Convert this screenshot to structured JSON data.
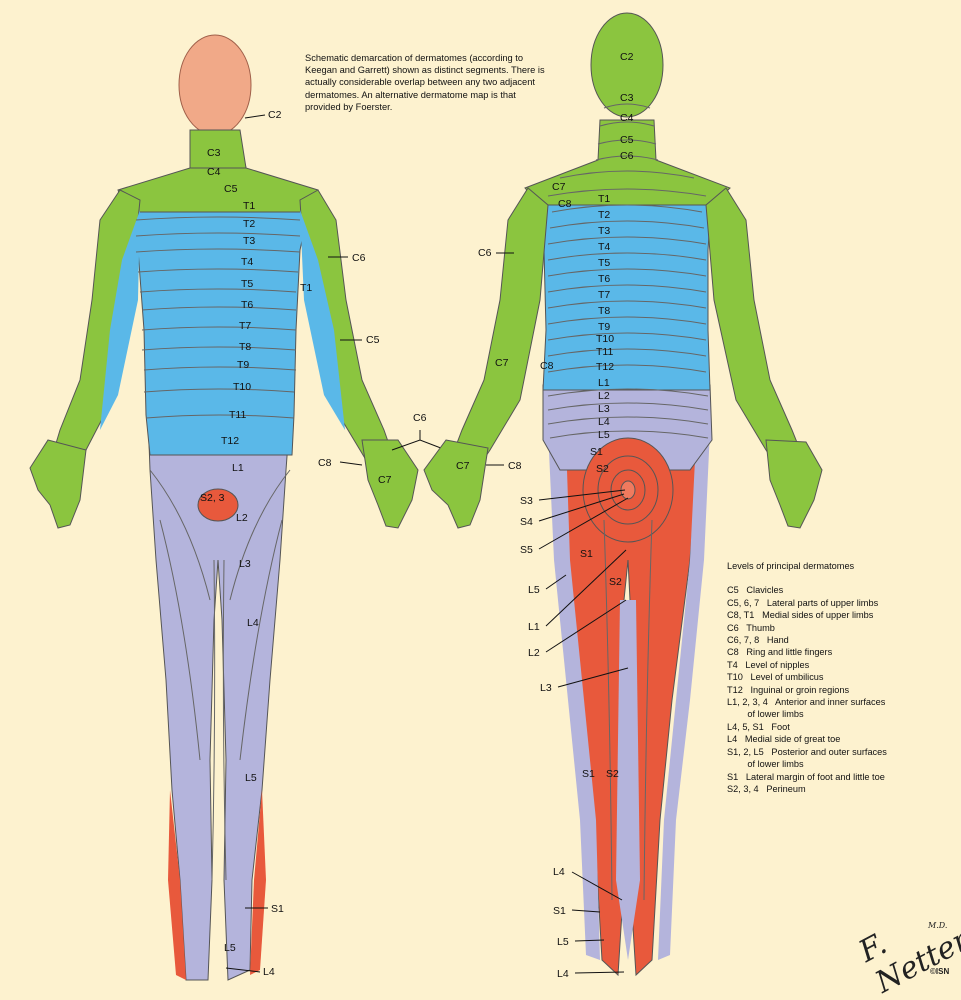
{
  "note": "Schematic demarcation of dermatomes (according to Keegan and Garrett) shown as distinct segments. There is actually considerable overlap between any two adjacent dermatomes. An alternative dermatome map is that provided by Foerster.",
  "legend": {
    "title": "Levels of principal dermatomes",
    "lines": [
      "C5   Clavicles",
      "C5, 6, 7   Lateral parts of upper limbs",
      "C8, T1   Medial sides of upper limbs",
      "C6   Thumb",
      "C6, 7, 8   Hand",
      "C8   Ring and little fingers",
      "T4   Level of nipples",
      "T10   Level of umbilicus",
      "T12   Inguinal or groin regions",
      "L1, 2, 3, 4   Anterior and inner surfaces",
      "        of lower limbs",
      "L4, 5, S1   Foot",
      "L4   Medial side of great toe",
      "S1, 2, L5   Posterior and outer surfaces",
      "        of lower limbs",
      "S1   Lateral margin of foot and little toe",
      "S2, 3, 4   Perineum"
    ]
  },
  "colors": {
    "background": "#fdf2cf",
    "cervical": "#8bc53f",
    "thoracic": "#5ab8e8",
    "lumbar": "#b4b4dc",
    "sacral": "#e8593c",
    "skin": "#f1a988"
  },
  "front_labels": {
    "c2": "C2",
    "c3": "C3",
    "c4": "C4",
    "c5": "C5",
    "t1": "T1",
    "t2": "T2",
    "t3": "T3",
    "t4": "T4",
    "t5": "T5",
    "t6": "T6",
    "t7": "T7",
    "t8": "T8",
    "t9": "T9",
    "t10": "T10",
    "t11": "T11",
    "t12": "T12",
    "c6_arm": "C6",
    "t1_arm": "T1",
    "c5_arm": "C5",
    "c6_hand": "C6",
    "c8_hand": "C8",
    "c7_hand": "C7",
    "l1": "L1",
    "s23": "S2, 3",
    "l2": "L2",
    "l3": "L3",
    "l4": "L4",
    "l5": "L5",
    "s1": "S1",
    "l5_foot": "L5",
    "l4_foot": "L4"
  },
  "back_labels": {
    "c2": "C2",
    "c3": "C3",
    "c4": "C4",
    "c5": "C5",
    "c6": "C6",
    "c7": "C7",
    "c8": "C8",
    "c6_arm": "C6",
    "c7_arm": "C7",
    "c8_arm": "C8",
    "c7_hand": "C7",
    "c8_hand": "C8",
    "t1": "T1",
    "t2": "T2",
    "t3": "T3",
    "t4": "T4",
    "t5": "T5",
    "t6": "T6",
    "t7": "T7",
    "t8": "T8",
    "t9": "T9",
    "t10": "T10",
    "t11": "T11",
    "t12": "T12",
    "l1": "L1",
    "l2": "L2",
    "l3": "L3",
    "l4": "L4",
    "l5": "L5",
    "s1": "S1",
    "s2": "S2",
    "s3": "S3",
    "s4": "S4",
    "s5": "S5",
    "s1_leg": "S1",
    "s2_leg": "S2",
    "l5_side": "L5",
    "l1_side": "L1",
    "l2_side": "L2",
    "l3_side": "L3",
    "s1_calf": "S1",
    "s2_calf": "S2",
    "l4_ankle": "L4",
    "s1_ankle": "S1",
    "l5_ankle": "L5",
    "l4_foot": "L4"
  },
  "signature": {
    "script": "F. Netter",
    "md": "M.D.",
    "isbn": "©ISN"
  }
}
